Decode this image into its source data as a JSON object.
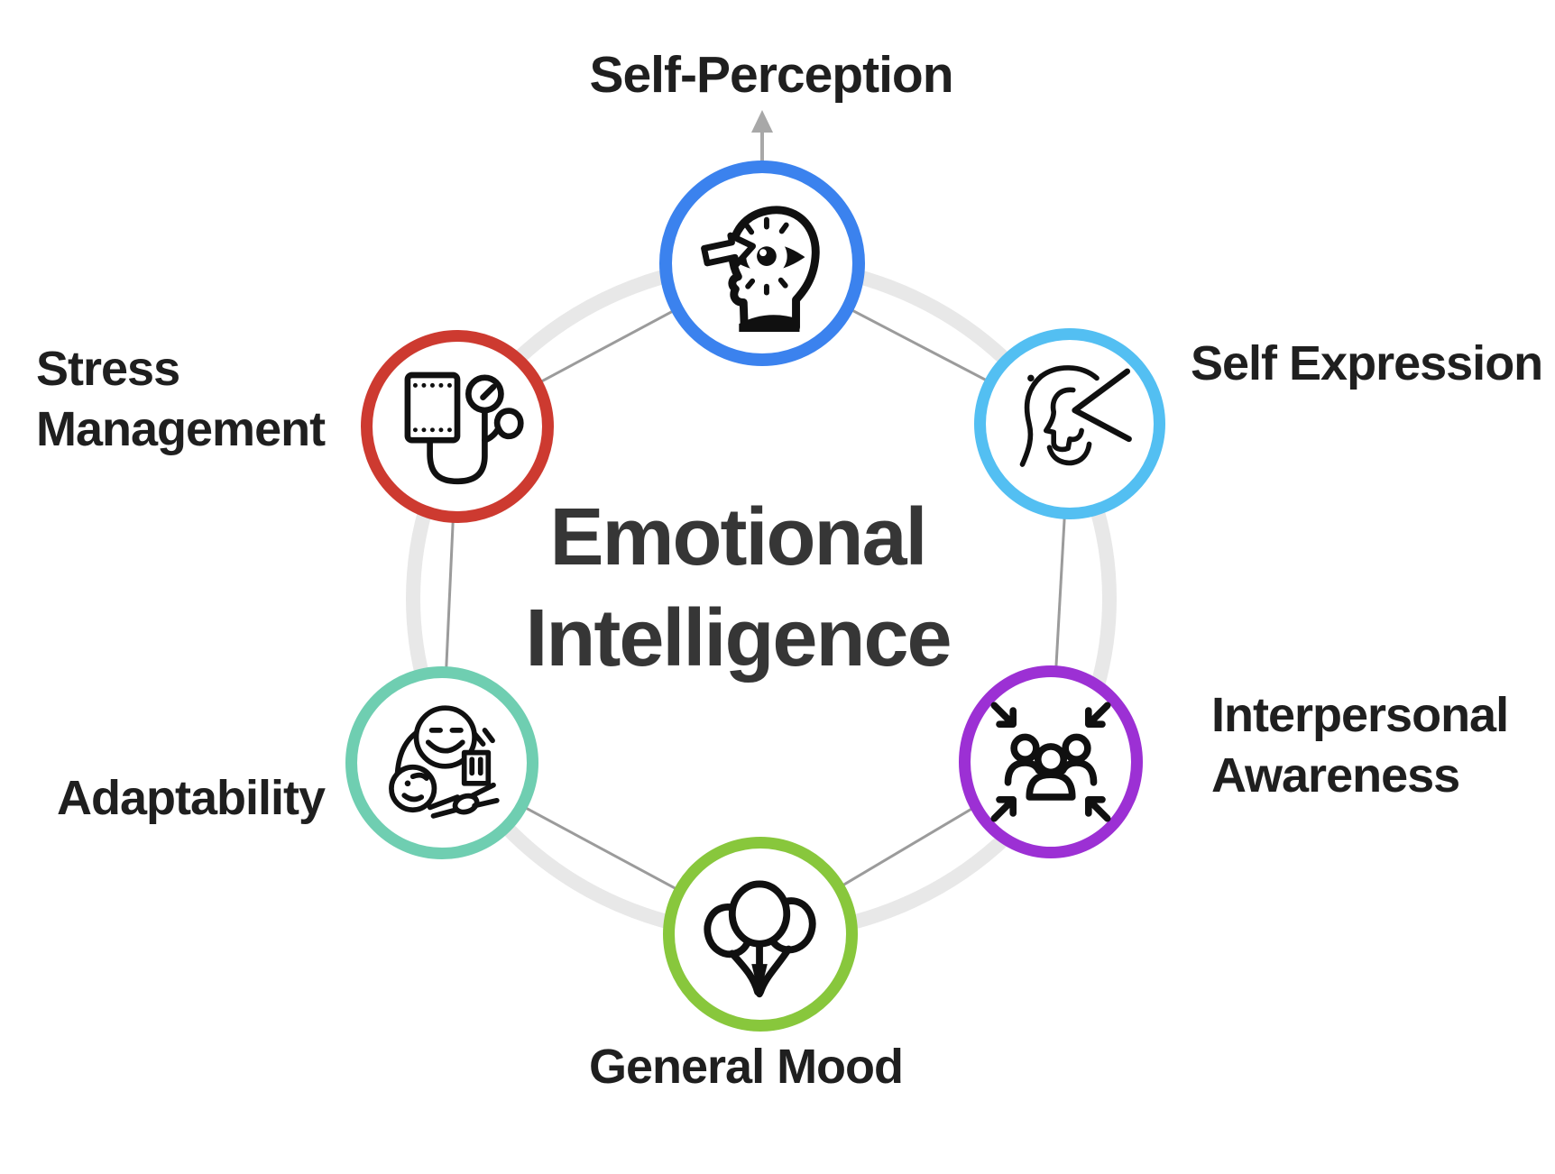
{
  "title": "Emotional Intelligence",
  "colors": {
    "ring": "#e8e8e8",
    "connector": "#9b9b9b",
    "arrow": "#a8a8a8",
    "title_text": "#363636",
    "label_text": "#1f1f1f"
  },
  "nodes": [
    {
      "label": "Self-Perception",
      "color": "#3b82ee",
      "icon": "head-with-eye-icon"
    },
    {
      "label": "Self Expression",
      "color": "#53bff2",
      "icon": "expressive-head-icon"
    },
    {
      "label": "Interpersonal Awareness",
      "color": "#9c30d4",
      "icon": "people-group-inward-arrows-icon"
    },
    {
      "label": "General Mood",
      "color": "#88c73c",
      "icon": "balloons-icon"
    },
    {
      "label": "Adaptability",
      "color": "#6fceb1",
      "icon": "faces-and-hand-icon"
    },
    {
      "label": "Stress Management",
      "color": "#cd3a30",
      "icon": "blood-pressure-monitor-icon"
    }
  ]
}
